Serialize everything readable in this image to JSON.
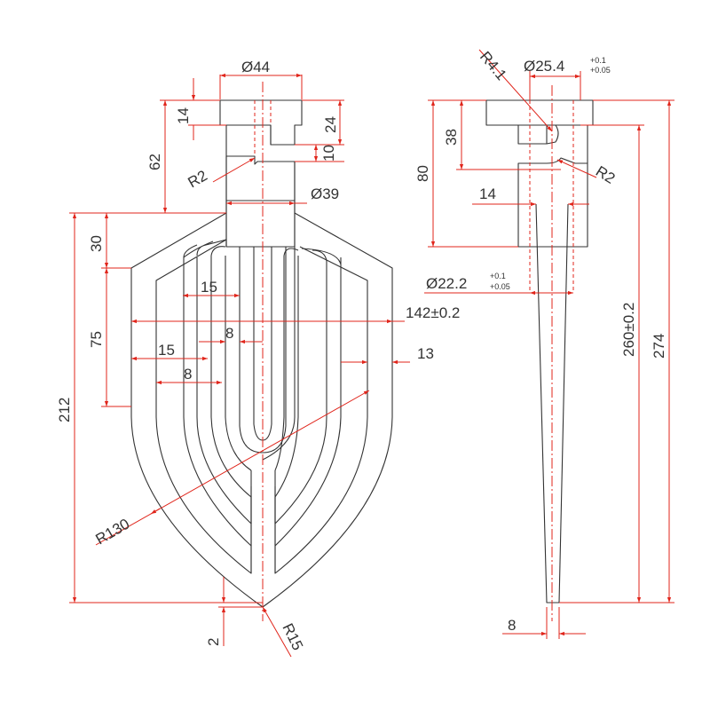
{
  "drawing": {
    "colors": {
      "outline": "#333333",
      "dimension": "#e0251b",
      "background": "#ffffff"
    },
    "front_view": {
      "dia_shaft_top": "Ø44",
      "h_14": "14",
      "h_24": "24",
      "h_10": "10",
      "h_62": "62",
      "r_2": "R2",
      "dia_39": "Ø39",
      "h_30": "30",
      "w_15a": "15",
      "w_142": "142±0.2",
      "h_75": "75",
      "w_8a": "8",
      "w_15b": "15",
      "w_13": "13",
      "w_8b": "8",
      "h_212": "212",
      "r_130": "R130",
      "h_2": "2",
      "r_15": "R15"
    },
    "side_view": {
      "r_4_1": "R4.1",
      "dia_25_4": "Ø25.4",
      "tol_25_4_upper": "+0.1",
      "tol_25_4_lower": "+0.05",
      "h_38": "38",
      "h_80": "80",
      "r_2": "R2",
      "w_14": "14",
      "dia_22_2": "Ø22.2",
      "tol_22_2_upper": "+0.1",
      "tol_22_2_lower": "+0.05",
      "h_260": "260±0.2",
      "h_274": "274",
      "w_8": "8"
    }
  }
}
